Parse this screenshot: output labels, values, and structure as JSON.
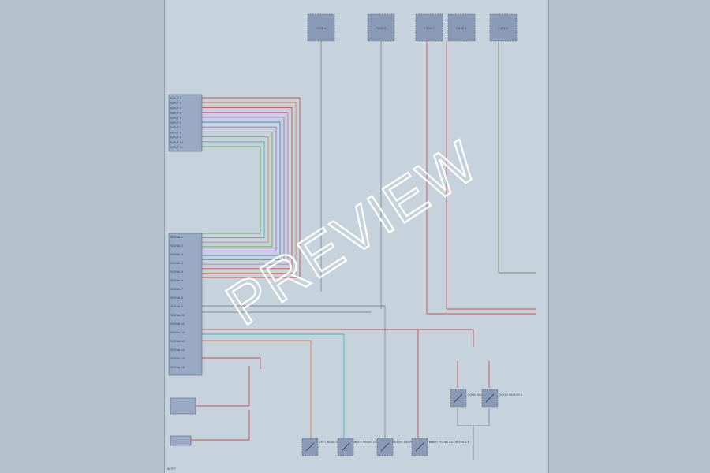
{
  "watermark": "PREVIEW",
  "colors": {
    "background": "#b3c2cd",
    "sheet": "#c7d3dc",
    "watermark": "#ffffff",
    "wire_red": "#d04d4d",
    "wire_orange": "#d9824a",
    "wire_blue": "#4f7fd0",
    "wire_cyan": "#3ab7c4",
    "wire_green": "#6ea85a",
    "wire_violet": "#a86ad1",
    "wire_pink": "#d36fb8",
    "wire_gray": "#7d8893"
  },
  "footer_code": "A87P7",
  "top_components": [
    {
      "label": "FUSE A"
    },
    {
      "label": "FUSE B"
    },
    {
      "label": "FUSE C"
    },
    {
      "label": "FUSE D"
    },
    {
      "label": "FUSE E"
    }
  ],
  "left_connector_pins": [
    "INPUT 1",
    "INPUT 2",
    "INPUT 3",
    "INPUT 4",
    "INPUT 5",
    "INPUT 6",
    "INPUT 7",
    "INPUT 8",
    "INPUT 9",
    "INPUT 10",
    "INPUT 11"
  ],
  "control_unit_pins": [
    "SIGNAL 1",
    "SIGNAL 2",
    "SIGNAL 3",
    "SIGNAL 4",
    "SIGNAL 5",
    "SIGNAL 6",
    "SIGNAL 7",
    "SIGNAL 8",
    "SIGNAL 9",
    "SIGNAL 10",
    "SIGNAL 11",
    "SIGNAL 12",
    "SIGNAL 13",
    "SIGNAL 14",
    "SIGNAL 15",
    "SIGNAL 16"
  ],
  "bottom_switches": [
    {
      "label": "LEFT REAR DOOR SWITCH"
    },
    {
      "label": "LEFT FRONT DOOR SWITCH"
    },
    {
      "label": "RIGHT REAR DOOR SWITCH"
    },
    {
      "label": "RIGHT FRONT DOOR SWITCH"
    }
  ],
  "right_switches": [
    {
      "label": "DOOR SWITCH 1"
    },
    {
      "label": "DOOR SWITCH 2"
    }
  ]
}
